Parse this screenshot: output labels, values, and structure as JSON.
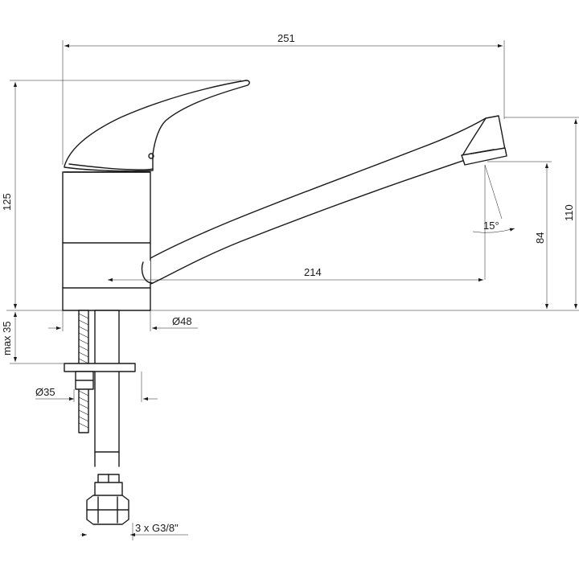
{
  "dimensions": {
    "total_width": "251",
    "spout_length": "214",
    "body_height": "125",
    "spout_height": "110",
    "outlet_height": "84",
    "spout_angle": "15°",
    "body_diameter": "Ø48",
    "hole_diameter": "Ø35",
    "max_thickness": "max 35",
    "connections": "3 x G3/8\""
  },
  "colors": {
    "line": "#1a1a1a",
    "background": "#ffffff"
  }
}
